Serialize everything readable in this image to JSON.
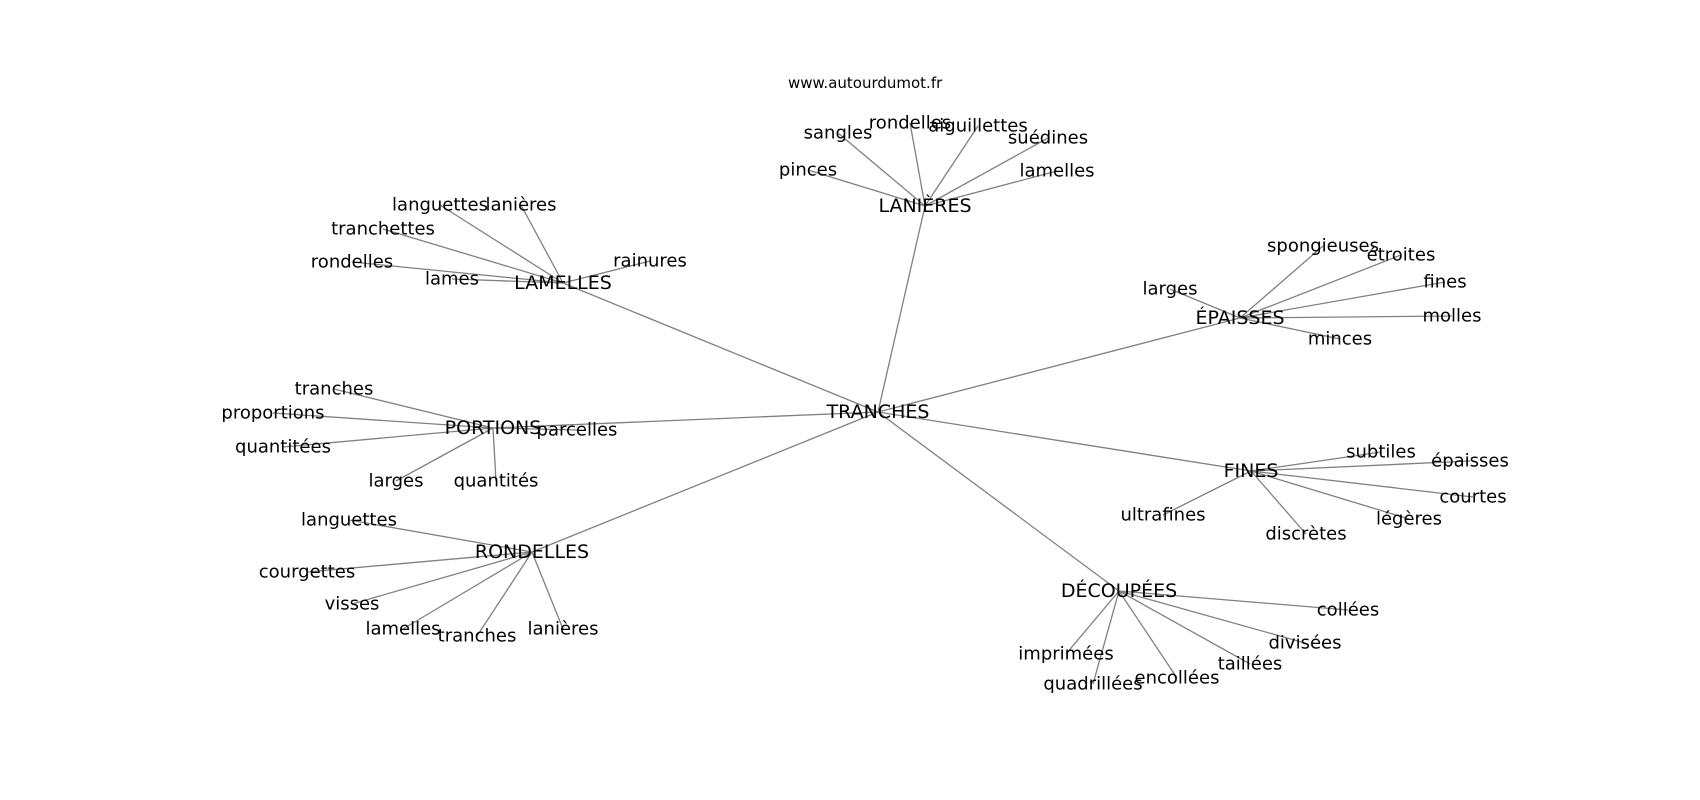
{
  "source": "www.autourdumot.fr",
  "root": "TRANCHES",
  "branches": [
    {
      "label": "LANIÈRES",
      "words": [
        "pinces",
        "sangles",
        "rondelles",
        "aiguillettes",
        "suédines",
        "lamelles"
      ]
    },
    {
      "label": "LAMELLES",
      "words": [
        "languettes",
        "lanières",
        "tranchettes",
        "rondelles",
        "lames",
        "rainures"
      ]
    },
    {
      "label": "ÉPAISSES",
      "words": [
        "spongieuses",
        "étroites",
        "larges",
        "fines",
        "molles",
        "minces"
      ]
    },
    {
      "label": "PORTIONS",
      "words": [
        "tranches",
        "proportions",
        "quantitées",
        "larges",
        "quantités",
        "parcelles"
      ]
    },
    {
      "label": "FINES",
      "words": [
        "subtiles",
        "épaisses",
        "courtes",
        "ultrafines",
        "légères",
        "discrètes"
      ]
    },
    {
      "label": "RONDELLES",
      "words": [
        "languettes",
        "courgettes",
        "visses",
        "lamelles",
        "tranches",
        "lanières"
      ]
    },
    {
      "label": "DÉCOUPÉES",
      "words": [
        "collées",
        "divisées",
        "imprimées",
        "taillées",
        "encollées",
        "quadrillées"
      ]
    }
  ]
}
